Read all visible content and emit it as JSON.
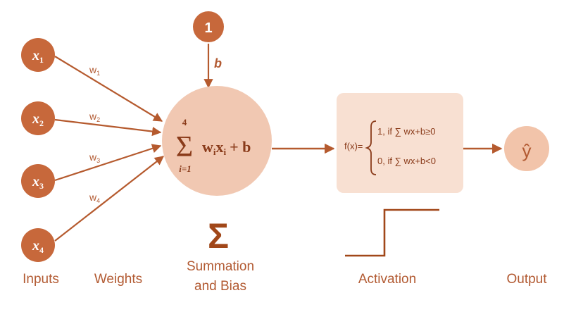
{
  "colors": {
    "node_fill": "#c7683b",
    "node_text": "#ffffff",
    "arrow": "#b55a2e",
    "sum_fill": "#f1c8b2",
    "activation_fill": "#f8e0d2",
    "output_fill": "#f2c4aa",
    "text": "#b25a32",
    "formula_text": "#8a3b1a",
    "step_line": "#a14719"
  },
  "inputs": [
    {
      "base": "x",
      "sub": "1",
      "weight_base": "w",
      "weight_sub": "1"
    },
    {
      "base": "x",
      "sub": "2",
      "weight_base": "w",
      "weight_sub": "2"
    },
    {
      "base": "x",
      "sub": "3",
      "weight_base": "w",
      "weight_sub": "3"
    },
    {
      "base": "x",
      "sub": "4",
      "weight_base": "w",
      "weight_sub": "4"
    }
  ],
  "bias": {
    "node_label": "1",
    "label": "b"
  },
  "summation": {
    "upper": "4",
    "lower": "i=1",
    "term_w": "w",
    "term_w_sub": "i",
    "term_x": "x",
    "term_x_sub": "i",
    "plus_b": "+ b",
    "symbol": "Σ"
  },
  "activation": {
    "fx": "f(x)=",
    "case1": "1, if ∑ wx+b≥0",
    "case2": "0, if ∑ wx+b<0"
  },
  "output": {
    "label": "ŷ"
  },
  "captions": {
    "inputs": "Inputs",
    "weights": "Weights",
    "summation_line1": "Summation",
    "summation_line2": "and Bias",
    "activation": "Activation",
    "output": "Output"
  }
}
